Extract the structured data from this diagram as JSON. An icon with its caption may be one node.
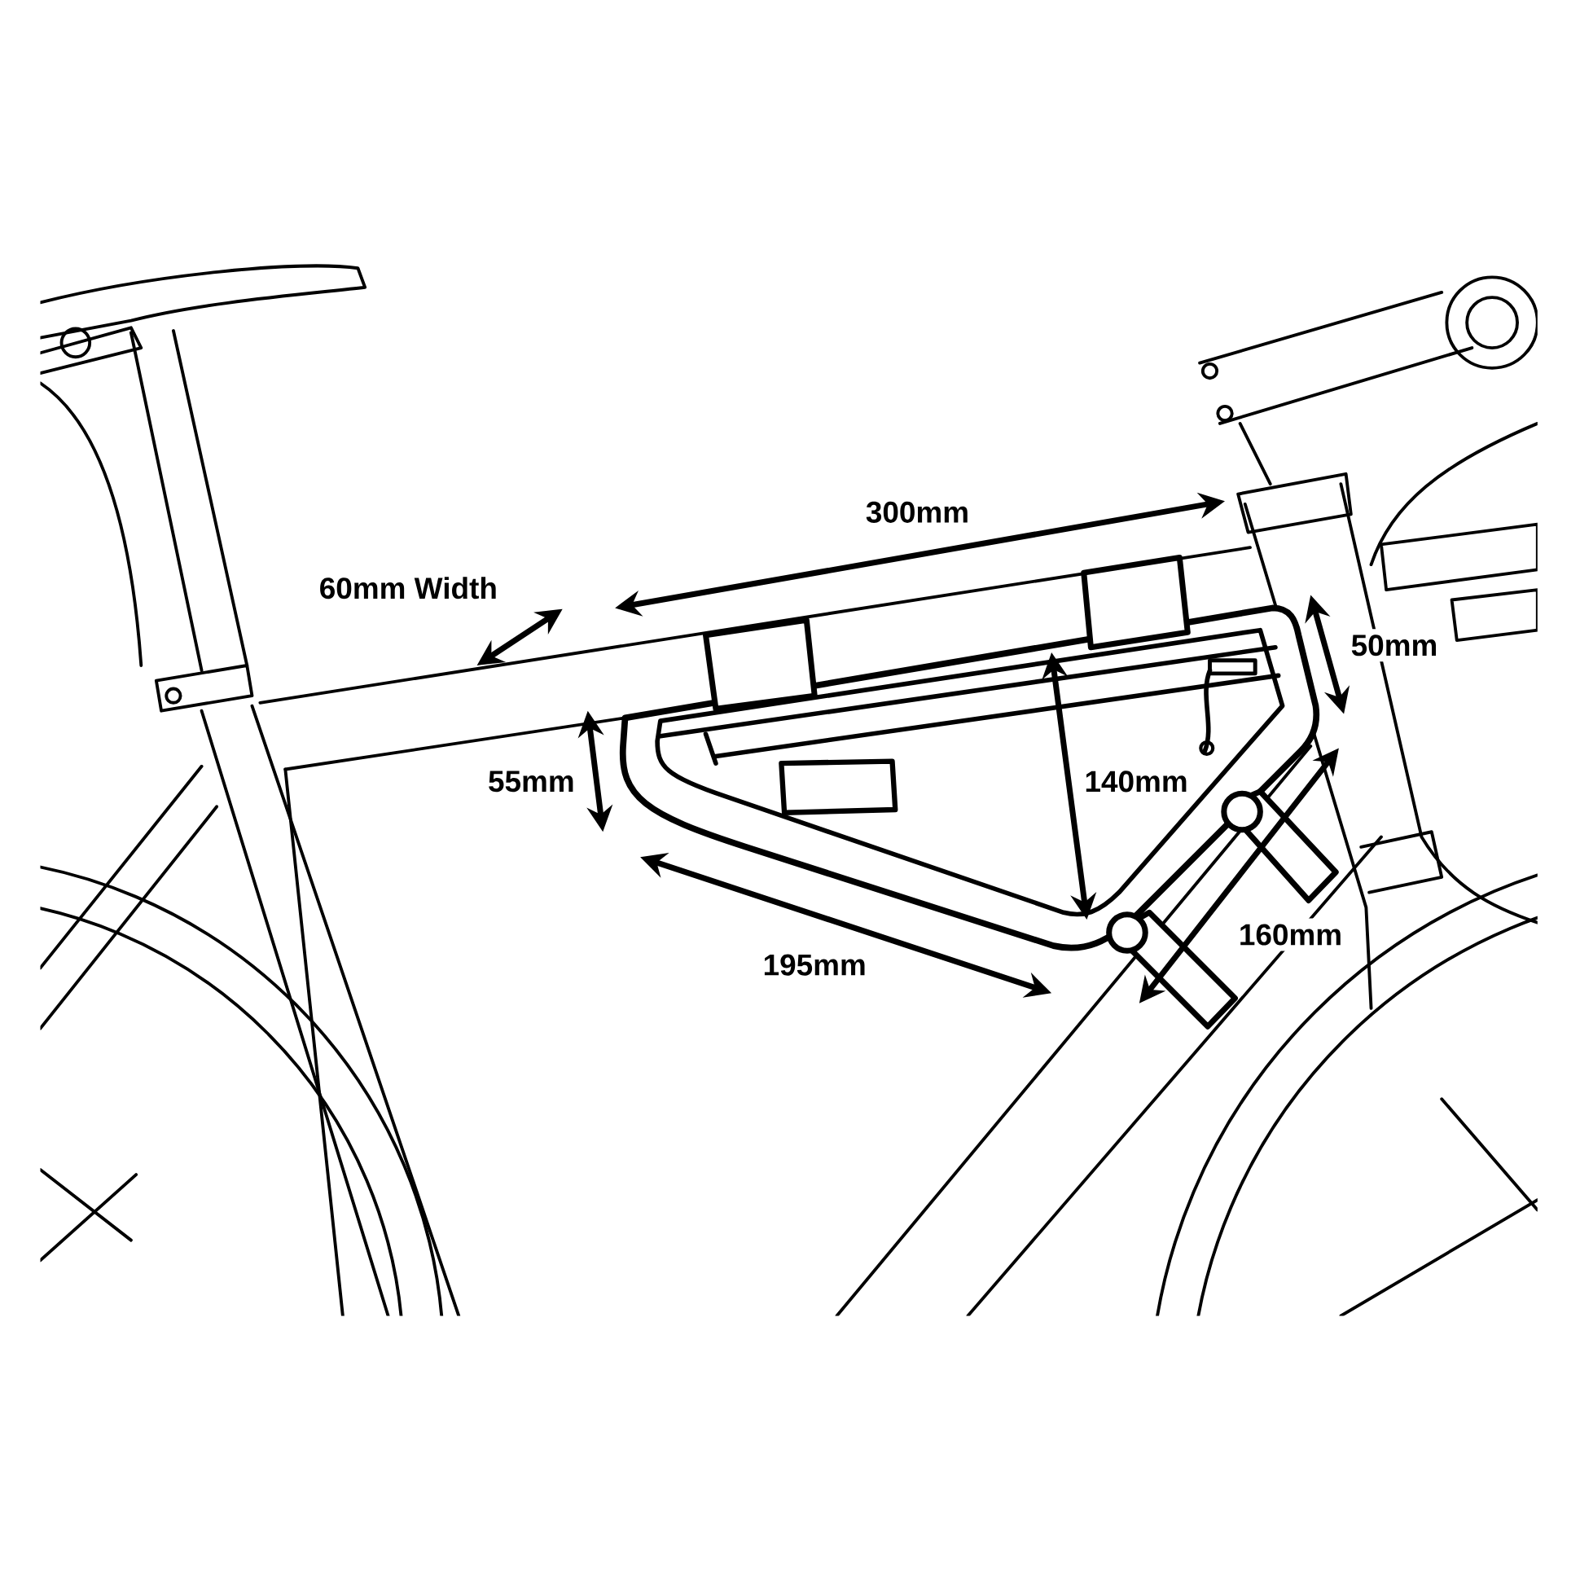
{
  "diagram": {
    "labels": [
      "300mm",
      "60mm Width",
      "50mm",
      "55mm",
      "140mm",
      "195mm",
      "160mm"
    ]
  }
}
